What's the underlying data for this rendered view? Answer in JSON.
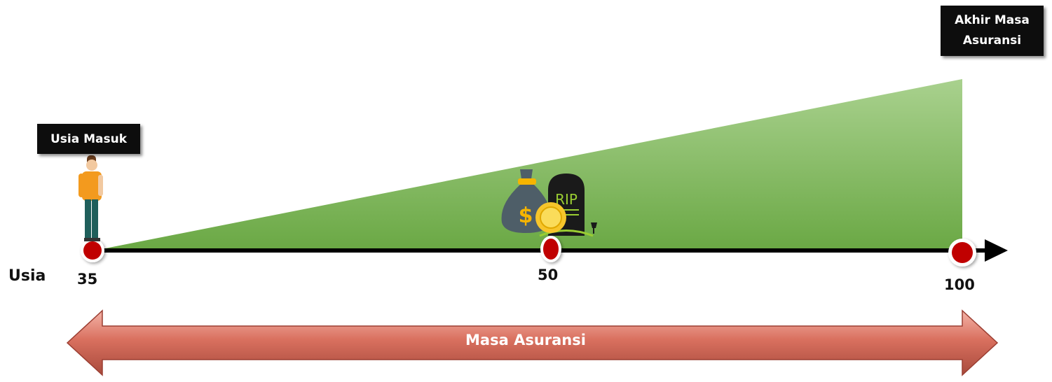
{
  "callouts": {
    "entry_age": "Usia Masuk",
    "end_of_insurance": "Akhir Masa\nAsuransi"
  },
  "axis": {
    "label": "Usia",
    "ticks": [
      "35",
      "50",
      "100"
    ]
  },
  "period": {
    "label": "Masa Asuransi"
  },
  "icons": {
    "person": "person-icon",
    "money_bag": "money-bag-icon",
    "coin": "coin-icon",
    "tombstone": "tombstone-rip-icon",
    "tombstone_text": "RIP"
  },
  "colors": {
    "triangle_light": "#a9d18e",
    "triangle_dark": "#70ad47",
    "marker": "#c00000",
    "arrow_band": "#d9705f",
    "callout_bg": "#0d0d0d"
  }
}
